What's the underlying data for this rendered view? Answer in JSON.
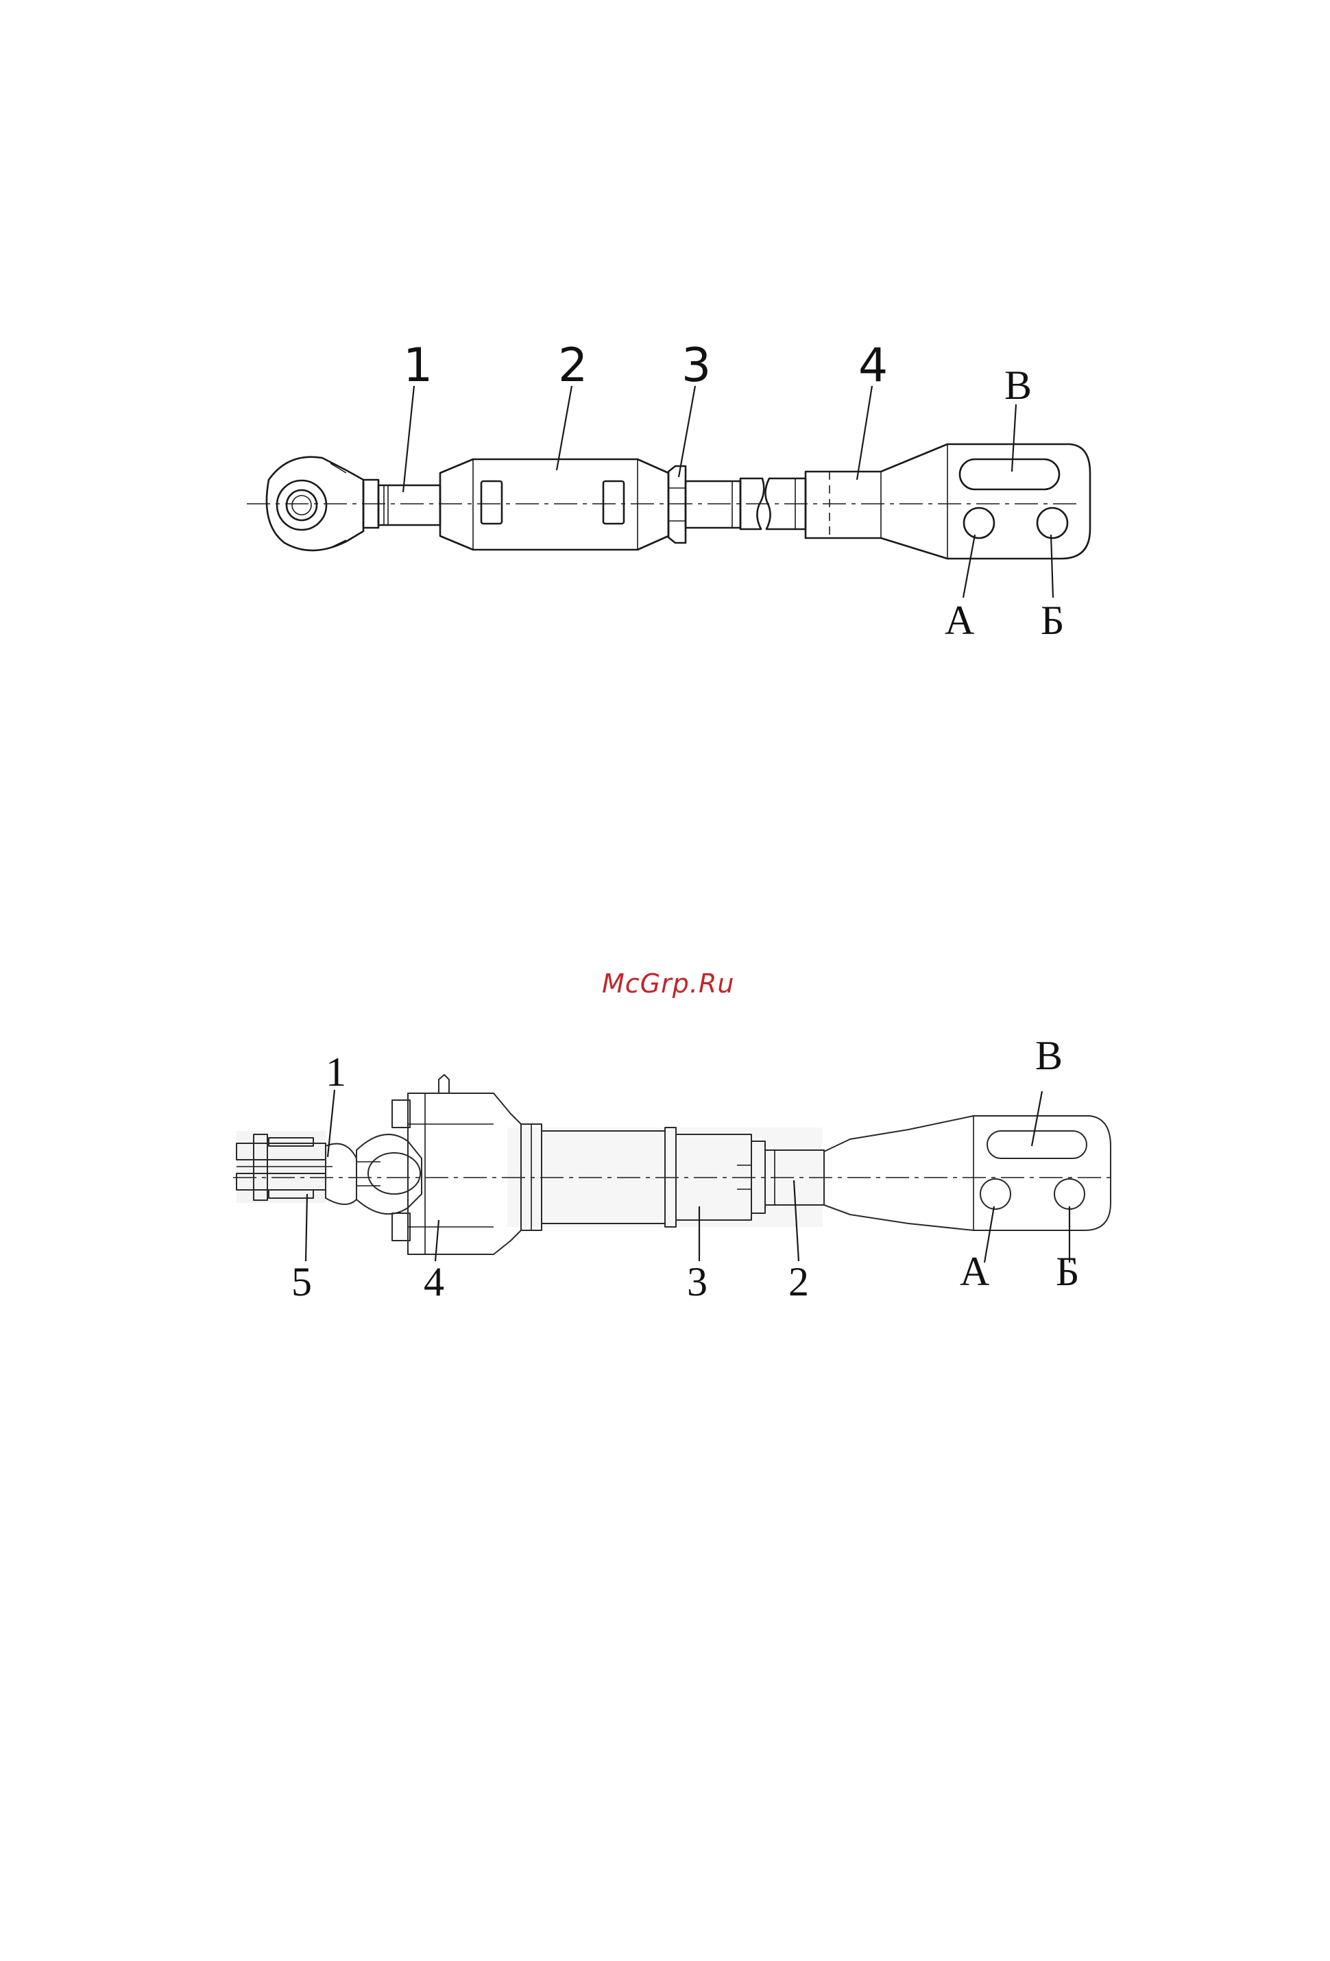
{
  "figure1": {
    "callouts": [
      "1",
      "2",
      "3",
      "4"
    ],
    "holes": {
      "a": "А",
      "b": "Б",
      "slot": "В"
    }
  },
  "figure2": {
    "callouts": [
      "1",
      "5",
      "4",
      "3",
      "2"
    ],
    "holes": {
      "a": "А",
      "b": "Б",
      "slot": "В"
    }
  },
  "watermark": "McGrp.Ru",
  "colors": {
    "watermark": "#c0262c",
    "line": "#1a1a1a"
  }
}
